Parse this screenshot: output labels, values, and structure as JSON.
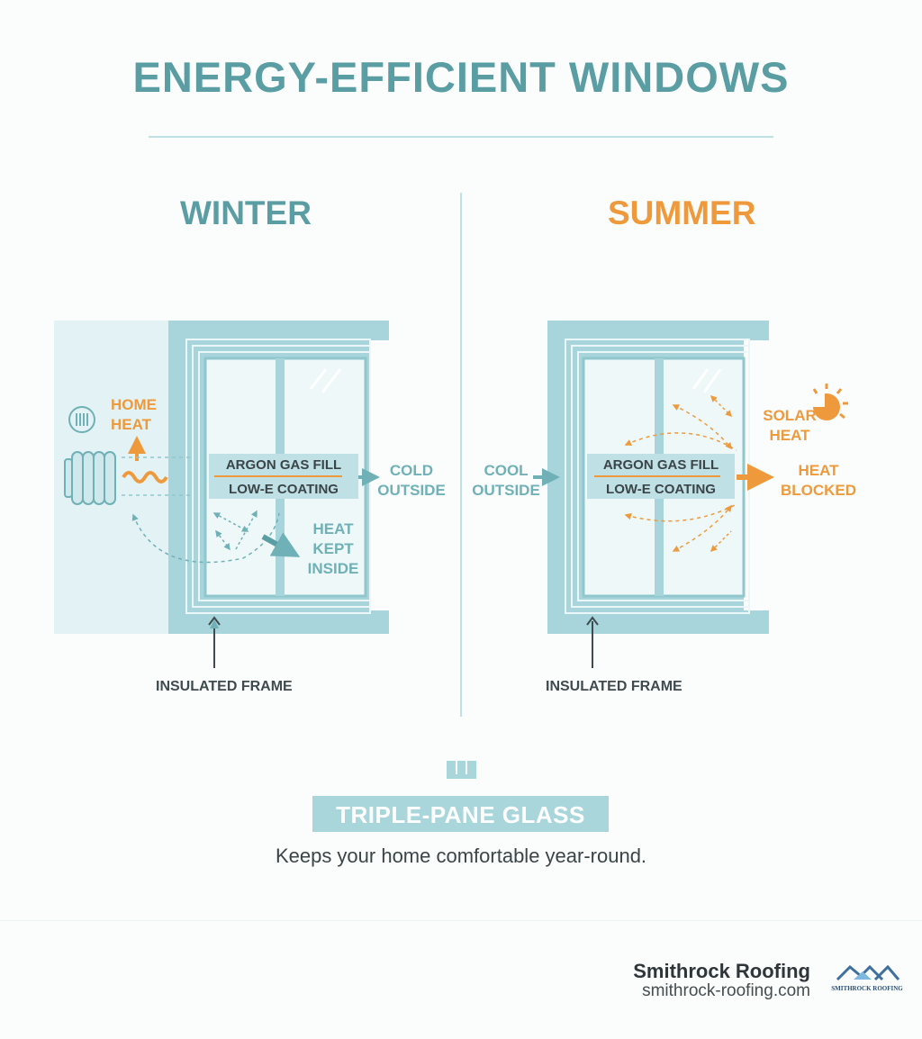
{
  "title": "ENERGY-EFFICIENT WINDOWS",
  "winter": {
    "heading": "WINTER",
    "home_heat": [
      "HOME",
      "HEAT"
    ],
    "cold_outside": [
      "COLD",
      "OUTSIDE"
    ],
    "heat_kept_inside": [
      "HEAT",
      "KEPT",
      "INSIDE"
    ],
    "argon_gas_fill": "ARGON GAS FILL",
    "low_e_coating": "LOW-E COATING",
    "insulated_frame": "INSULATED FRAME"
  },
  "summer": {
    "heading": "SUMMER",
    "cool_outside": [
      "COOL",
      "OUTSIDE"
    ],
    "solar_heat": [
      "SOLAR",
      "HEAT"
    ],
    "heat_blocked": [
      "HEAT",
      "BLOCKED"
    ],
    "argon_gas_fill": "ARGON GAS FILL",
    "low_e_coating": "LOW-E COATING",
    "insulated_frame": "INSULATED FRAME"
  },
  "triple_pane": {
    "icon": "triple-pane-icon",
    "label": "TRIPLE-PANE GLASS",
    "tagline": "Keeps your home comfortable year-round."
  },
  "footer": {
    "brand": "Smithrock Roofing",
    "website": "smithrock-roofing.com",
    "logo_text": "SMITHROCK ROOFING"
  },
  "colors": {
    "teal": "#5a9ea4",
    "light_teal": "#a9d6db",
    "orange": "#ee9a3c",
    "dark_text": "#3b4447"
  }
}
